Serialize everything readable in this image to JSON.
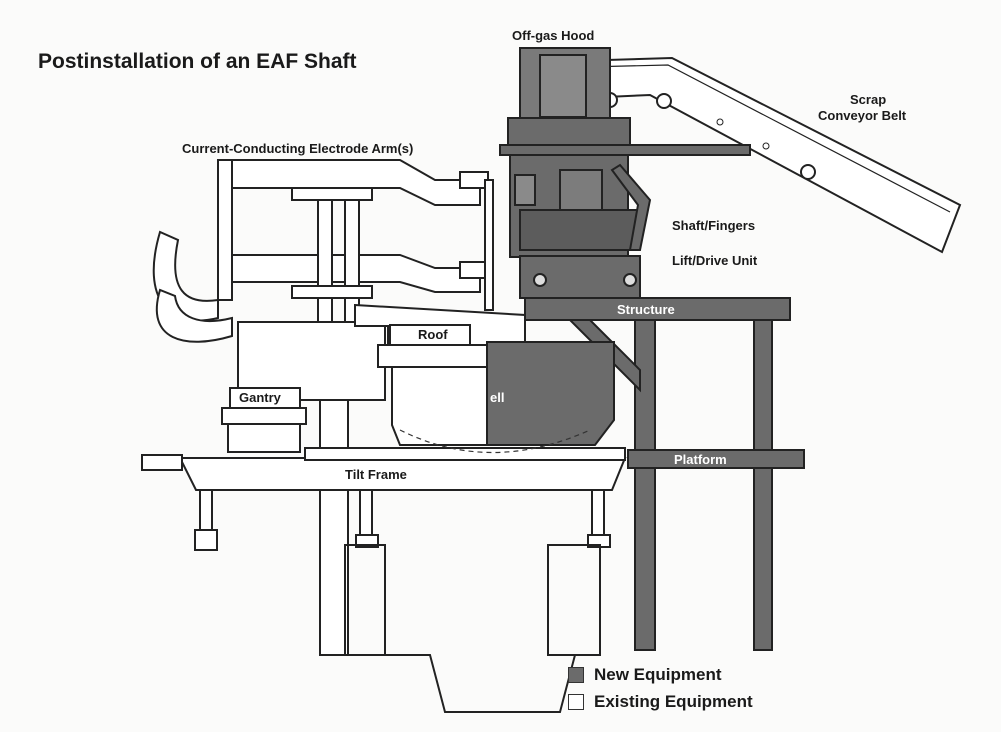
{
  "title": "Postinstallation of an EAF Shaft",
  "labels": {
    "offgas_hood": "Off-gas Hood",
    "scrap_conveyor_line1": "Scrap",
    "scrap_conveyor_line2": "Conveyor Belt",
    "electrode_arms": "Current-Conducting Electrode Arm(s)",
    "shaft_fingers": "Shaft/Fingers",
    "lift_drive": "Lift/Drive Unit",
    "structure": "Structure",
    "roof": "Roof",
    "gantry": "Gantry",
    "shell": "ell",
    "platform": "Platform",
    "tilt_frame": "Tilt Frame"
  },
  "legend": [
    {
      "label": "New Equipment",
      "color": "#6b6b6b"
    },
    {
      "label": "Existing Equipment",
      "color": "#ffffff"
    }
  ],
  "colors": {
    "new_equipment": "#6b6b6b",
    "new_equipment_dark": "#555555",
    "existing_equipment": "#ffffff",
    "line": "#222222"
  }
}
